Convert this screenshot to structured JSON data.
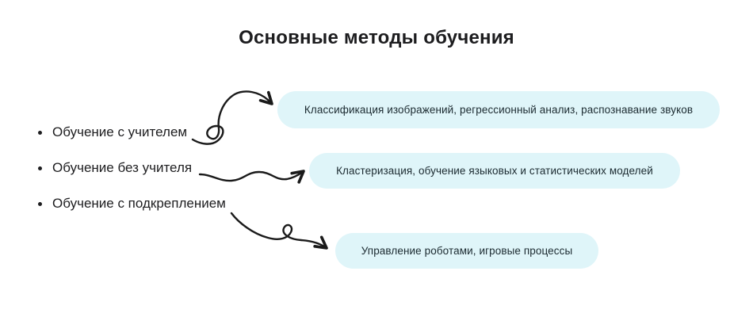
{
  "title": "Основные методы обучения",
  "colors": {
    "background": "#ffffff",
    "box_fill": "#dff5f9",
    "ink": "#1d1d1f",
    "arrow": "#1a1a1a"
  },
  "methods": {
    "items": [
      {
        "label": "Обучение с учителем"
      },
      {
        "label": "Обучение без учителя"
      },
      {
        "label": "Обучение с подкреплением"
      }
    ]
  },
  "examples": [
    {
      "label": "Классификация изображений, регрессионный анализ, распознавание звуков"
    },
    {
      "label": "Кластеризация, обучение языковых и статистических моделей"
    },
    {
      "label": "Управление роботами, игровые процессы"
    }
  ]
}
